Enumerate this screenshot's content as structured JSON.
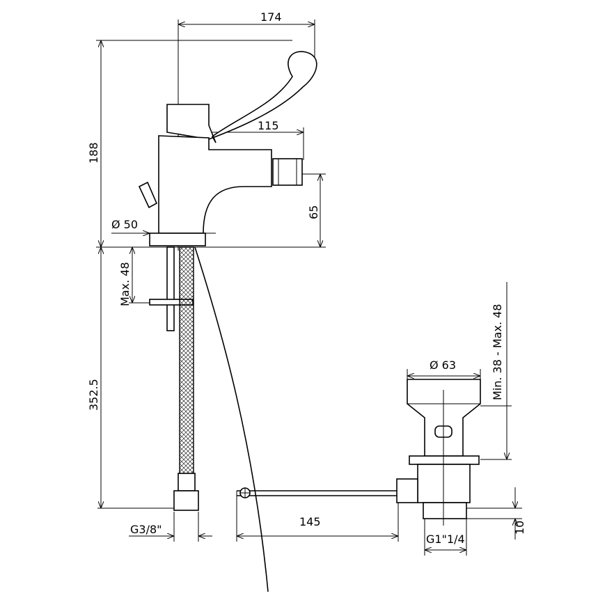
{
  "drawing": {
    "dims": {
      "width_total": "174",
      "spout_reach": "115",
      "height_total": "188",
      "spout_height": "65",
      "base_diameter": "Ø 50",
      "deck_thickness": "Max. 48",
      "hose_length": "352.5",
      "hose_thread": "G3/8\"",
      "rod_length": "145",
      "waste_diameter": "Ø 63",
      "waste_range": "Min. 38 - Max. 48",
      "waste_thread": "G1\"1/4",
      "waste_thread_len": "10"
    }
  }
}
